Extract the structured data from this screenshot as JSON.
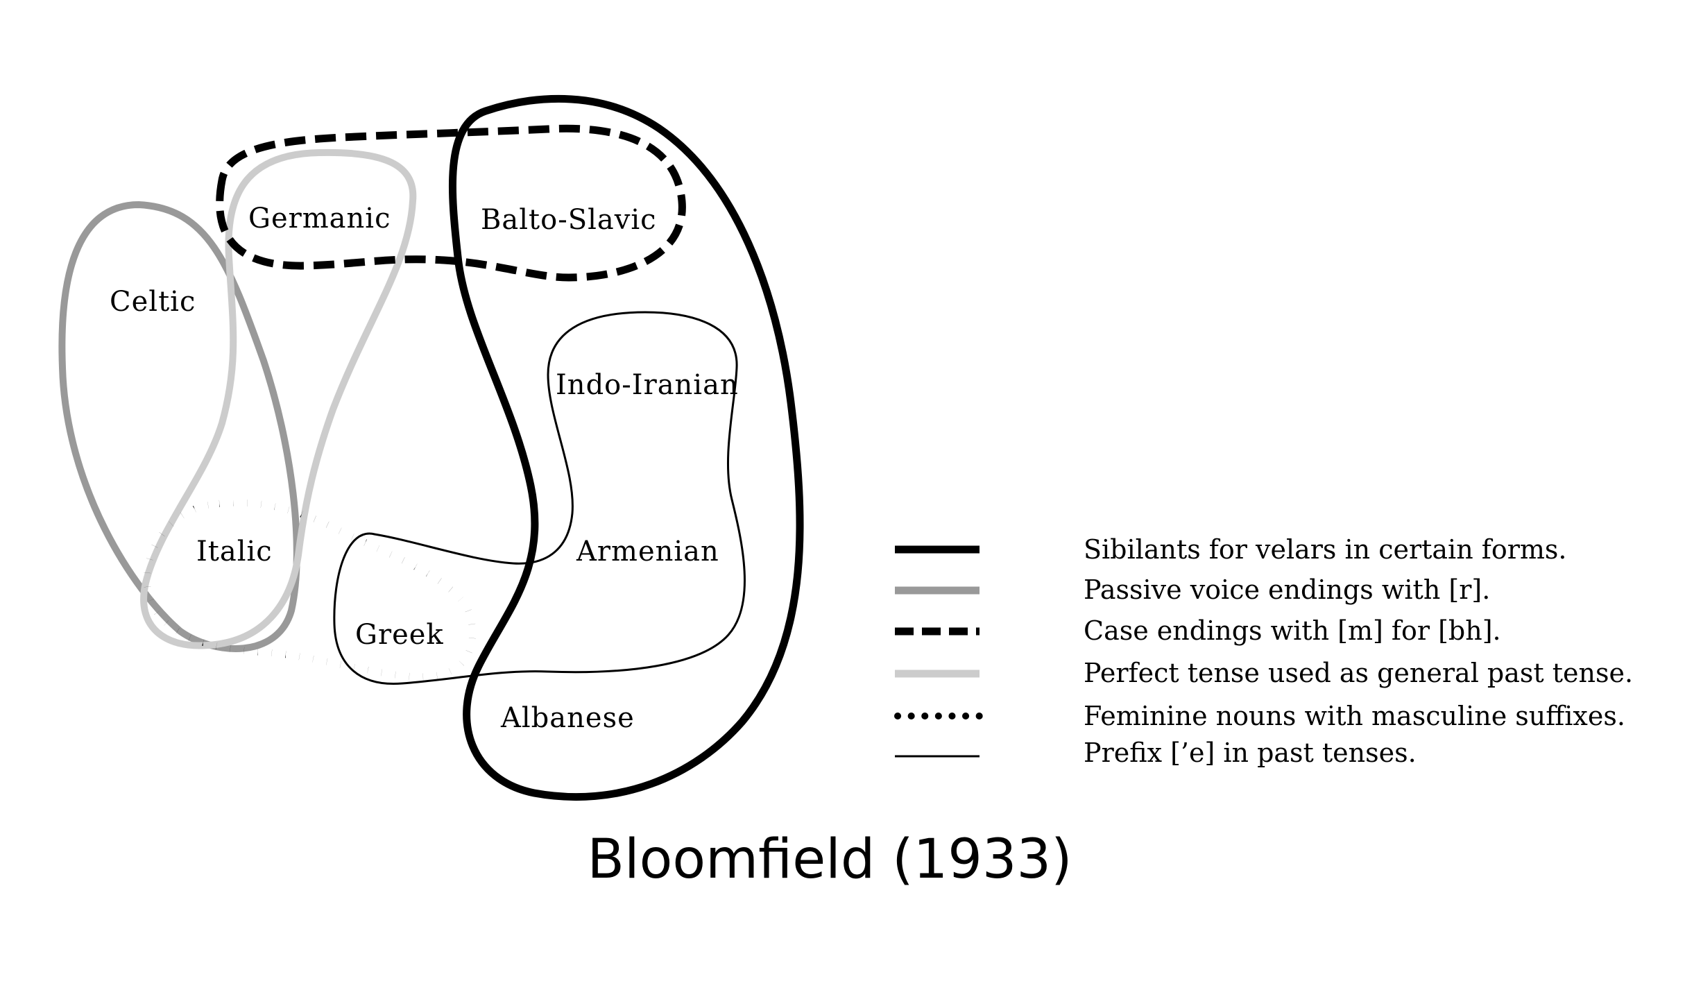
{
  "languages": {
    "germanic": "Germanic",
    "balto_slavic": "Balto-Slavic",
    "celtic": "Celtic",
    "indo_iranian": "Indo-Iranian",
    "italic": "Italic",
    "armenian": "Armenian",
    "greek": "Greek",
    "albanese": "Albanese"
  },
  "legend": [
    {
      "label": "Sibilants for velars in certain forms.",
      "style": "thick-solid",
      "color": "#000000"
    },
    {
      "label": "Passive voice endings with [r].",
      "style": "solid",
      "color": "#999999"
    },
    {
      "label": "Case endings with [m] for [bh].",
      "style": "dashed",
      "color": "#000000"
    },
    {
      "label": "Perfect tense used as general past tense.",
      "style": "solid",
      "color": "#cccccc"
    },
    {
      "label": "Feminine nouns with masculine suffixes.",
      "style": "dotted",
      "color": "#000000"
    },
    {
      "label": "Prefix [’e] in past tenses.",
      "style": "thin-solid",
      "color": "#000000"
    }
  ],
  "caption": "Bloomfield (1933)"
}
